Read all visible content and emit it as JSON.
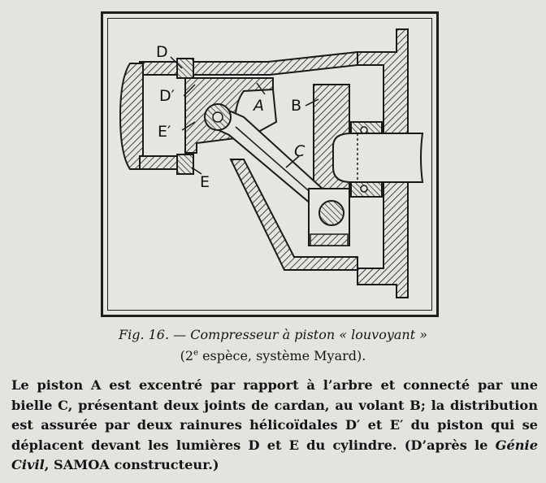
{
  "labels": {
    "d": "D",
    "d_prime": "D′",
    "a": "A",
    "b": "B",
    "e_prime": "E′",
    "c": "C",
    "e": "E"
  },
  "caption": {
    "fig_label": "Fig. 16.",
    "title": "— Compresseur à piston « louvoyant »",
    "sub_open": "(2",
    "sub_sup": "e",
    "sub_rest": " espèce, système Myard)."
  },
  "body": {
    "part1": "Le piston A est excentré par rapport à l’arbre et connecté par une bielle C, présentant deux joints de cardan, au volant B; la distribution est assurée par deux rainures hélicoïdales D′ et E′ du piston qui se déplacent devant les lumières D et E du cylindre. (D’après le ",
    "part2_italic": "Génie Civil",
    "part3": ", SAMOA constructeur.)"
  }
}
